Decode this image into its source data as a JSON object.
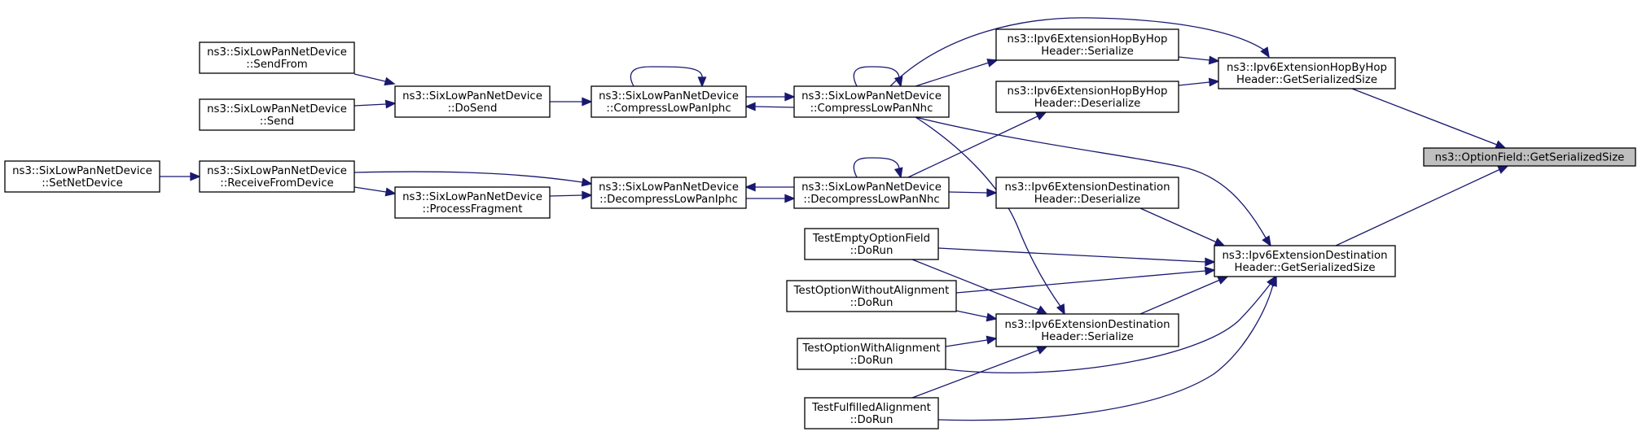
{
  "graph": {
    "direction": "right-to-left caller graph",
    "colors": {
      "edge": "#191970",
      "root_fill": "#bfbfbf",
      "node_fill": "#ffffff",
      "node_border": "#000000"
    },
    "nodes": [
      {
        "id": "root",
        "lines": [
          "ns3::OptionField::GetSerializedSize"
        ],
        "root": true
      },
      {
        "id": "hbh_gss",
        "lines": [
          "ns3::Ipv6ExtensionHopByHop",
          "Header::GetSerializedSize"
        ]
      },
      {
        "id": "dst_gss",
        "lines": [
          "ns3::Ipv6ExtensionDestination",
          "Header::GetSerializedSize"
        ]
      },
      {
        "id": "hbh_ser",
        "lines": [
          "ns3::Ipv6ExtensionHopByHop",
          "Header::Serialize"
        ]
      },
      {
        "id": "hbh_des",
        "lines": [
          "ns3::Ipv6ExtensionHopByHop",
          "Header::Deserialize"
        ]
      },
      {
        "id": "dst_des",
        "lines": [
          "ns3::Ipv6ExtensionDestination",
          "Header::Deserialize"
        ]
      },
      {
        "id": "dst_ser",
        "lines": [
          "ns3::Ipv6ExtensionDestination",
          "Header::Serialize"
        ]
      },
      {
        "id": "c_nhc",
        "lines": [
          "ns3::SixLowPanNetDevice",
          "::CompressLowPanNhc"
        ]
      },
      {
        "id": "d_nhc",
        "lines": [
          "ns3::SixLowPanNetDevice",
          "::DecompressLowPanNhc"
        ]
      },
      {
        "id": "t_empty",
        "lines": [
          "TestEmptyOptionField",
          "::DoRun"
        ]
      },
      {
        "id": "t_noal",
        "lines": [
          "TestOptionWithoutAlignment",
          "::DoRun"
        ]
      },
      {
        "id": "t_wal",
        "lines": [
          "TestOptionWithAlignment",
          "::DoRun"
        ]
      },
      {
        "id": "t_ful",
        "lines": [
          "TestFulfilledAlignment",
          "::DoRun"
        ]
      },
      {
        "id": "c_iphc",
        "lines": [
          "ns3::SixLowPanNetDevice",
          "::CompressLowPanIphc"
        ]
      },
      {
        "id": "d_iphc",
        "lines": [
          "ns3::SixLowPanNetDevice",
          "::DecompressLowPanIphc"
        ]
      },
      {
        "id": "dosend",
        "lines": [
          "ns3::SixLowPanNetDevice",
          "::DoSend"
        ]
      },
      {
        "id": "recv",
        "lines": [
          "ns3::SixLowPanNetDevice",
          "::ReceiveFromDevice"
        ]
      },
      {
        "id": "frag",
        "lines": [
          "ns3::SixLowPanNetDevice",
          "::ProcessFragment"
        ]
      },
      {
        "id": "sendfrom",
        "lines": [
          "ns3::SixLowPanNetDevice",
          "::SendFrom"
        ]
      },
      {
        "id": "send",
        "lines": [
          "ns3::SixLowPanNetDevice",
          "::Send"
        ]
      },
      {
        "id": "setnet",
        "lines": [
          "ns3::SixLowPanNetDevice",
          "::SetNetDevice"
        ]
      }
    ],
    "edges": [
      {
        "from": "hbh_gss",
        "to": "root"
      },
      {
        "from": "dst_gss",
        "to": "root"
      },
      {
        "from": "hbh_ser",
        "to": "hbh_gss"
      },
      {
        "from": "hbh_des",
        "to": "hbh_gss"
      },
      {
        "from": "c_nhc",
        "to": "hbh_gss"
      },
      {
        "from": "dst_des",
        "to": "dst_gss"
      },
      {
        "from": "dst_ser",
        "to": "dst_gss"
      },
      {
        "from": "c_nhc",
        "to": "dst_gss"
      },
      {
        "from": "t_empty",
        "to": "dst_gss"
      },
      {
        "from": "t_noal",
        "to": "dst_gss"
      },
      {
        "from": "t_wal",
        "to": "dst_gss"
      },
      {
        "from": "t_ful",
        "to": "dst_gss"
      },
      {
        "from": "c_nhc",
        "to": "hbh_ser"
      },
      {
        "from": "d_nhc",
        "to": "hbh_des"
      },
      {
        "from": "d_nhc",
        "to": "dst_des"
      },
      {
        "from": "c_nhc",
        "to": "dst_ser"
      },
      {
        "from": "t_empty",
        "to": "dst_ser"
      },
      {
        "from": "t_noal",
        "to": "dst_ser"
      },
      {
        "from": "t_wal",
        "to": "dst_ser"
      },
      {
        "from": "t_ful",
        "to": "dst_ser"
      },
      {
        "from": "c_nhc",
        "to": "c_nhc"
      },
      {
        "from": "c_iphc",
        "to": "c_nhc"
      },
      {
        "from": "c_nhc",
        "to": "c_iphc"
      },
      {
        "from": "d_nhc",
        "to": "d_nhc"
      },
      {
        "from": "d_iphc",
        "to": "d_nhc"
      },
      {
        "from": "d_nhc",
        "to": "d_iphc"
      },
      {
        "from": "c_iphc",
        "to": "c_iphc"
      },
      {
        "from": "dosend",
        "to": "c_iphc"
      },
      {
        "from": "recv",
        "to": "d_iphc"
      },
      {
        "from": "frag",
        "to": "d_iphc"
      },
      {
        "from": "sendfrom",
        "to": "dosend"
      },
      {
        "from": "send",
        "to": "dosend"
      },
      {
        "from": "recv",
        "to": "frag"
      },
      {
        "from": "setnet",
        "to": "recv"
      }
    ]
  }
}
